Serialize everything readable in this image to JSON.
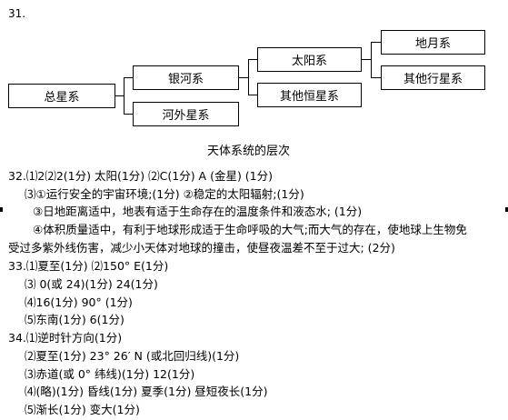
{
  "question_number": "31.",
  "diagram": {
    "nodes": {
      "root": "总星系",
      "milky_way": "银河系",
      "other_galaxies": "河外星系",
      "solar_system": "太阳系",
      "other_stellar_systems": "其他恒星系",
      "earth_moon": "地月系",
      "other_planetary": "其他行星系"
    },
    "caption": "天体系统的层次"
  },
  "answers": {
    "q32_1": "32.⑴2⑵2(1分)    太阳(1分)      ⑵C(1分)     A (金星) (1分)",
    "q32_3": "⑶①运行安全的宇宙环境;(1分)      ②稳定的太阳辐射;(1分)",
    "q32_3b": "③日地距离适中，地表有适于生命存在的温度条件和液态水; (1分)",
    "q32_4a": "④体积质量适中，有利于地球形成适于生命呼吸的大气;而大气的存在，使地球上生物免",
    "q32_4b": "受过多紫外线伤害，减少小天体对地球的撞击，使昼夜温差不至于过大; (2分)",
    "q33_1": "33.⑴夏至(1分)      ⑵150° E(1分)",
    "q33_3": "⑶ 0(或 24)(1分)     24(1分)",
    "q33_4": "⑷16(1分)      90°  (1分)",
    "q33_5": "⑸东南(1分)       6(1分)",
    "q34_1": "34.⑴逆时针方向(1分)",
    "q34_2": "⑵夏至(1分)      23° 26′ N (或北回归线)(1分)",
    "q34_3": "⑶赤道(或 0° 纬线)(1分)      12(1分)",
    "q34_4": "⑷(略)(1分)      昏线(1分)      夏季(1分)       昼短夜长(1分)",
    "q34_5": "⑸渐长(1分)      变大(1分)"
  }
}
